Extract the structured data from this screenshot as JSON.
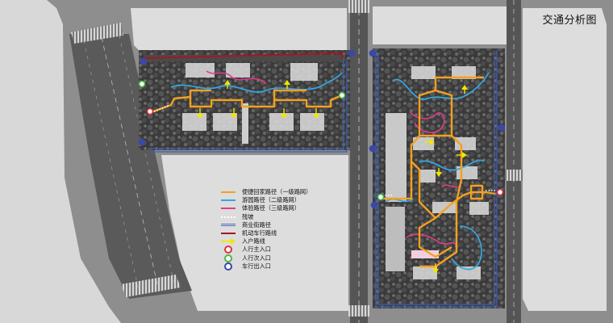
{
  "title": "交通分析图",
  "colors": {
    "primary_route": "#f5a020",
    "secondary_route": "#35a5e0",
    "experience_route": "#e03c8a",
    "ramp": "#ffffff",
    "commercial_street": "#3f5fb5",
    "vehicle_route": "#a01824",
    "entry_route": "#f2e600",
    "pedestrian_main_entrance": "#e0303a",
    "pedestrian_secondary_entrance": "#48b848",
    "vehicle_entrance": "#3a48a8"
  },
  "legend": [
    {
      "key": "primary",
      "label": "便捷回家路径（一级路网）",
      "type": "line",
      "color": "#f5a020"
    },
    {
      "key": "secondary",
      "label": "游园路径（二级路网）",
      "type": "line",
      "color": "#35a5e0"
    },
    {
      "key": "tertiary",
      "label": "体验路径（三级路网）",
      "type": "line",
      "color": "#e03c8a"
    },
    {
      "key": "ramp",
      "label": "残坡",
      "type": "dotted",
      "color": "#ffffff"
    },
    {
      "key": "commercial",
      "label": "商业街路径",
      "type": "double",
      "color": "#3f5fb5"
    },
    {
      "key": "vehicle",
      "label": "机动车行路线",
      "type": "line",
      "color": "#a01824"
    },
    {
      "key": "entry",
      "label": "入户路线",
      "type": "arrow",
      "color": "#f2e600"
    },
    {
      "key": "ped_main",
      "label": "人行主入口",
      "type": "circle",
      "color": "#e0303a"
    },
    {
      "key": "ped_secondary",
      "label": "人行次入口",
      "type": "circle",
      "color": "#48b848"
    },
    {
      "key": "vehicle_entry",
      "label": "车行出入口",
      "type": "circle",
      "color": "#3a48a8"
    }
  ]
}
